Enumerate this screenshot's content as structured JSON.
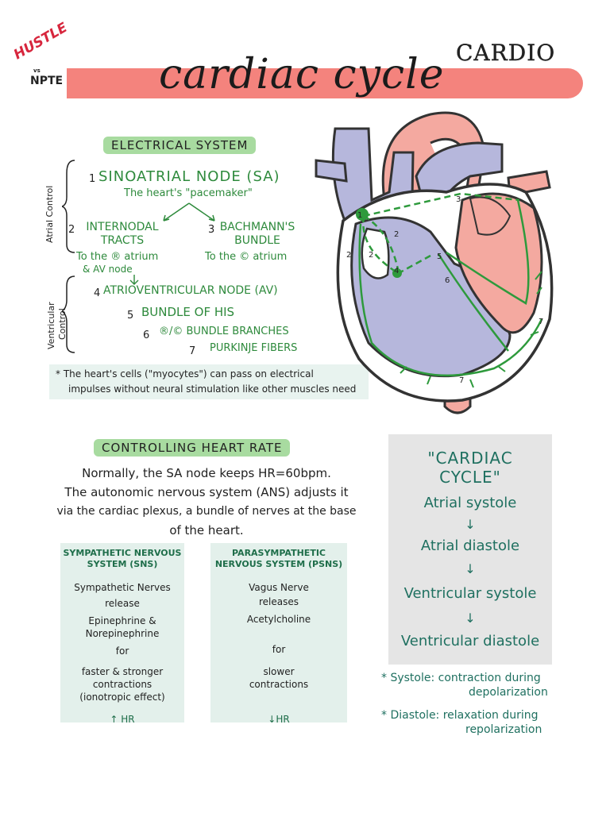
{
  "logo": {
    "hustle": "HUSTLE",
    "vs": "vs",
    "npte": "NPTE"
  },
  "header": {
    "title": "cardiac cycle",
    "corner_label": "CARDIO"
  },
  "electrical": {
    "heading": "ELECTRICAL SYSTEM",
    "atrial_label": "Atrial Control",
    "ventricular_label_1": "Ventricular",
    "ventricular_label_2": "Control",
    "n1": "1",
    "sa_node": "SINOATRIAL NODE (SA)",
    "sa_sub": "The heart's \"pacemaker\"",
    "n2": "2",
    "internodal_1": "INTERNODAL",
    "internodal_2": "TRACTS",
    "internodal_sub_1": "To the ® atrium",
    "internodal_sub_2": "& AV node",
    "n3": "3",
    "bachmann_1": "BACHMANN'S",
    "bachmann_2": "BUNDLE",
    "bachmann_sub": "To the © atrium",
    "n4": "4",
    "av_node": "ATRIOVENTRICULAR NODE (AV)",
    "n5": "5",
    "bundle_his": "BUNDLE OF HIS",
    "n6": "6",
    "bundle_branches": "®/© BUNDLE BRANCHES",
    "n7": "7",
    "purkinje": "PURKINJE FIBERS",
    "note_1": "* The heart's cells (\"myocytes\") can pass on electrical",
    "note_2": "impulses without neural stimulation like other muscles need"
  },
  "diagram_numbers": {
    "a": "1",
    "b": "2",
    "c": "2",
    "d": "2",
    "e": "3",
    "f": "4",
    "g": "5",
    "h": "6",
    "i": "7",
    "j": "7"
  },
  "heart_rate": {
    "heading": "CONTROLLING HEART RATE",
    "line1": "Normally, the SA node keeps HR=60bpm.",
    "line2": "The autonomic nervous system (ANS) adjusts it",
    "line3": "via the cardiac plexus, a bundle of nerves at the base",
    "line4": "of the heart."
  },
  "sns": {
    "heading_1": "SYMPATHETIC NERVOUS",
    "heading_2": "SYSTEM (SNS)",
    "l1": "Sympathetic Nerves",
    "l2": "release",
    "l3": "Epinephrine &",
    "l4": "Norepinephrine",
    "l5": "for",
    "l6": "faster & stronger",
    "l7": "contractions",
    "l8": "(ionotropic effect)",
    "result": "↑ HR"
  },
  "psns": {
    "heading_1": "PARASYMPATHETIC",
    "heading_2": "NERVOUS SYSTEM (PSNS)",
    "l1": "Vagus Nerve",
    "l2": "releases",
    "l3": "Acetylcholine",
    "l4": "for",
    "l5": "slower",
    "l6": "contractions",
    "result": "↓HR"
  },
  "cycle": {
    "title_1": "\"CARDIAC",
    "title_2": "CYCLE\"",
    "s1": "Atrial systole",
    "a1": "↓",
    "s2": "Atrial diastole",
    "a2": "↓",
    "s3": "Ventricular systole",
    "a3": "↓",
    "s4": "Ventricular diastole"
  },
  "definitions": {
    "systole_1": "* Systole: contraction during",
    "systole_2": "depolarization",
    "diastole_1": "* Diastole: relaxation during",
    "diastole_2": "repolarization"
  },
  "colors": {
    "title_bar": "#f4837d",
    "highlight": "#a8dba0",
    "heart_blue": "#b6b7dc",
    "heart_pink": "#f4a9a0",
    "nerve_green": "#2e9a3c"
  }
}
